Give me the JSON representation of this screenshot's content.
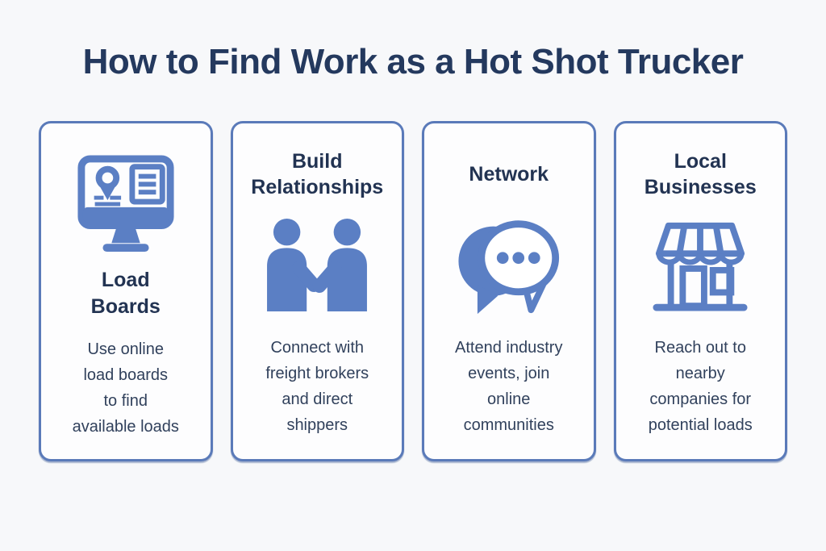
{
  "title": "How to Find Work as a Hot Shot Trucker",
  "colors": {
    "accent_blue": "#5b7fc4",
    "card_border_blue": "#5a7ab9",
    "title_navy": "#24395e",
    "card_title_navy": "#223352",
    "body_text_navy": "#31415c",
    "page_background": "#f7f8fa",
    "card_background": "#fdfdfe"
  },
  "cards": [
    {
      "id": "load-boards",
      "icon": "load-board-monitor-icon",
      "title": "Load Boards",
      "title_lines": {
        "0": "Load",
        "1": "Boards"
      },
      "description": "Use online load boards to find available loads",
      "desc_lines": {
        "0": "Use online",
        "1": "load boards",
        "2": "to find",
        "3": "available loads"
      }
    },
    {
      "id": "build-relationships",
      "icon": "handshake-icon",
      "title": "Build Relationships",
      "title_lines": {
        "0": "Build",
        "1": "Relationships"
      },
      "description": "Connect with freight brokers and direct shippers",
      "desc_lines": {
        "0": "Connect with",
        "1": "freight brokers",
        "2": "and direct",
        "3": "shippers"
      }
    },
    {
      "id": "network",
      "icon": "chat-bubbles-icon",
      "title": "Network",
      "title_lines": {
        "0": "Network"
      },
      "description": "Attend industry events, join online communities",
      "desc_lines": {
        "0": "Attend industry",
        "1": "events, join",
        "2": "online",
        "3": "communities"
      }
    },
    {
      "id": "local-businesses",
      "icon": "storefront-icon",
      "title": "Local Businesses",
      "title_lines": {
        "0": "Local",
        "1": "Businesses"
      },
      "description": "Reach out to nearby companies for potential loads",
      "desc_lines": {
        "0": "Reach out to",
        "1": "nearby",
        "2": "companies for",
        "3": "potential loads"
      }
    }
  ]
}
